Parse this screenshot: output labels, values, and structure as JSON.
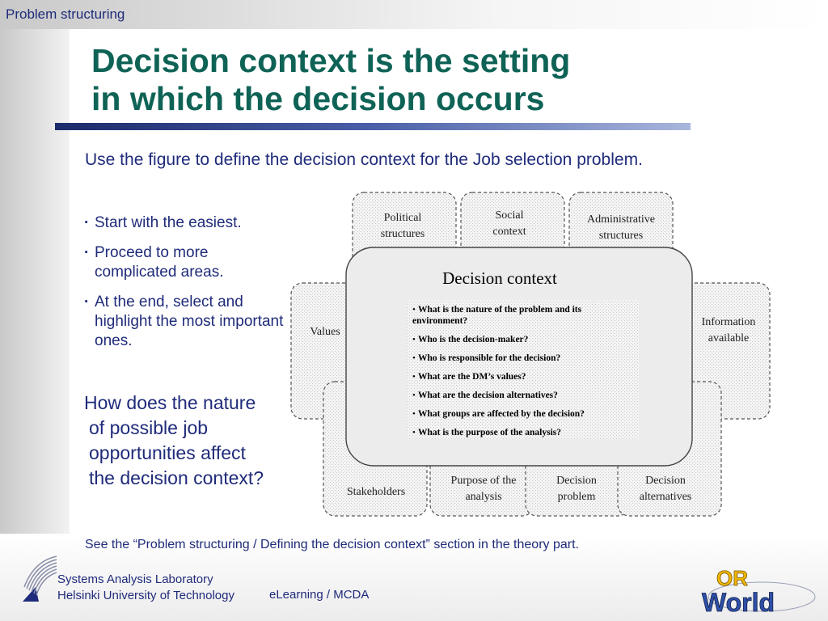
{
  "header": {
    "section_label": "Problem structuring",
    "title_line1": "Decision context is the setting",
    "title_line2": "in which the decision occurs"
  },
  "intro": "Use the figure to define the decision context for the Job selection problem.",
  "bullets": [
    "Start with the easiest.",
    "Proceed to more complicated areas.",
    "At the end, select and highlight the most important ones."
  ],
  "question": {
    "line1": "How does the nature",
    "line2": "of possible job",
    "line3": "opportunities affect",
    "line4": "the decision context?"
  },
  "figure": {
    "title": "Decision context",
    "outer_boxes": {
      "political": [
        "Political",
        "structures"
      ],
      "social": [
        "Social",
        "context"
      ],
      "administrative": [
        "Administrative",
        "structures"
      ],
      "values": [
        "Values"
      ],
      "information": [
        "Information",
        "available"
      ],
      "stakeholders": [
        "Stakeholders"
      ],
      "purpose": [
        "Purpose of the",
        "analysis"
      ],
      "decision_problem": [
        "Decision",
        "problem"
      ],
      "decision_alternatives": [
        "Decision",
        "alternatives"
      ]
    },
    "questions": [
      "What is the nature of the problem and its",
      "environment?",
      "Who is the decision-maker?",
      "Who is responsible for the decision?",
      "What are the DM’s values?",
      "What are the decision alternatives?",
      "What groups are affected by the decision?",
      "What is the purpose of the analysis?"
    ]
  },
  "footnote": "See the “Problem structuring / Defining the decision context” section in the theory part.",
  "footer": {
    "lab_line1": "Systems Analysis Laboratory",
    "lab_line2": "Helsinki University of Technology",
    "course": "eLearning / MCDA",
    "logo_or": "OR",
    "logo_world": "World"
  },
  "colors": {
    "text_blue": "#1f2b7a",
    "title_green": "#0f6356"
  }
}
